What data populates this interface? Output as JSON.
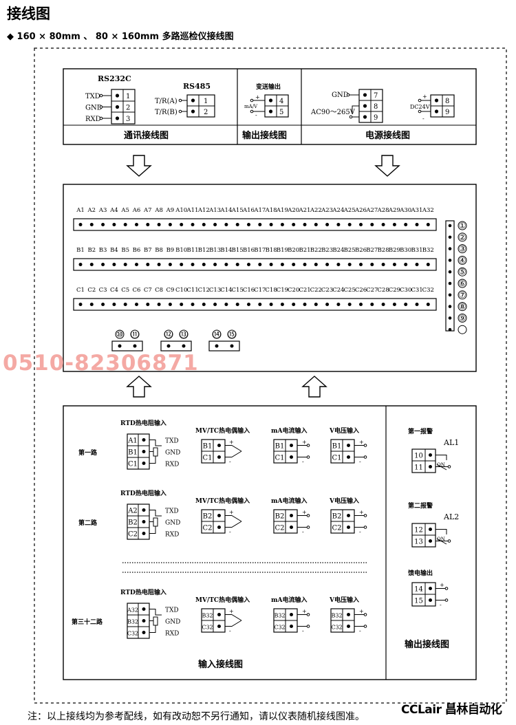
{
  "header": {
    "title": "接线图",
    "subtitle": "◆ 160 × 80mm 、 80 × 160mm 多路巡检仪接线图"
  },
  "comm": {
    "caption": "通讯接线图",
    "rs232_title": "RS232C",
    "rs232_labels": [
      "TXD",
      "GND",
      "RXD"
    ],
    "rs232_nums": [
      "1",
      "2",
      "3"
    ],
    "rs485_title": "RS485",
    "rs485_labels": [
      "T/R(A)",
      "T/R(B)"
    ],
    "rs485_nums": [
      "1",
      "2"
    ]
  },
  "output_transmit": {
    "caption": "输出接线图",
    "title": "变送输出",
    "signal": "mA/V",
    "nums": [
      "4",
      "5"
    ]
  },
  "power": {
    "caption": "电源接线图",
    "gnd": "GND",
    "ac": "AC90～265V",
    "ac_nums": [
      "7",
      "8",
      "9"
    ],
    "dc": "DC24V",
    "dc_nums": [
      "8",
      "9"
    ]
  },
  "terminals": {
    "row_a": [
      "A1",
      "A2",
      "A3",
      "A4",
      "A5",
      "A6",
      "A7",
      "A8",
      "A9",
      "A10",
      "A11",
      "A12",
      "A13",
      "A14",
      "A15",
      "A16",
      "A17",
      "A18",
      "A19",
      "A20",
      "A21",
      "A22",
      "A23",
      "A24",
      "A25",
      "A26",
      "A27",
      "A28",
      "A29",
      "A30",
      "A31",
      "A32"
    ],
    "row_b": [
      "B1",
      "B2",
      "B3",
      "B4",
      "B5",
      "B6",
      "B7",
      "B8",
      "B9",
      "B10",
      "B11",
      "B12",
      "B13",
      "B14",
      "B15",
      "B16",
      "B17",
      "B18",
      "B19",
      "B20",
      "B21",
      "B22",
      "B23",
      "B24",
      "B25",
      "B26",
      "B27",
      "B28",
      "B29",
      "B30",
      "B31",
      "B32"
    ],
    "row_c": [
      "C1",
      "C2",
      "C3",
      "C4",
      "C5",
      "C6",
      "C7",
      "C8",
      "C9",
      "C10",
      "C11",
      "C12",
      "C13",
      "C14",
      "C15",
      "C16",
      "C17",
      "C18",
      "C19",
      "C20",
      "C21",
      "C22",
      "C23",
      "C24",
      "C25",
      "C26",
      "C27",
      "C28",
      "C29",
      "C30",
      "C31",
      "C32"
    ],
    "side_nums": [
      "①",
      "②",
      "③",
      "④",
      "⑤",
      "⑥",
      "⑦",
      "⑧",
      "⑨",
      ""
    ],
    "groups": [
      [
        "⑩",
        "⑪"
      ],
      [
        "⑫",
        "⑬"
      ],
      [
        "⑭",
        "⑮"
      ]
    ]
  },
  "input": {
    "caption": "输入接线图",
    "rtd_title": "RTD热电阻输入",
    "mvtc_title": "MV/TC热电偶输入",
    "ma_title": "mA电流输入",
    "v_title": "V电压输入",
    "rtd_labels": [
      "TXD",
      "GND",
      "RXD"
    ],
    "channels": [
      {
        "name": "第一路",
        "rtd": [
          "A1",
          "B1",
          "C1"
        ],
        "pair": [
          "B1",
          "C1"
        ]
      },
      {
        "name": "第二路",
        "rtd": [
          "A2",
          "B2",
          "C2"
        ],
        "pair": [
          "B2",
          "C2"
        ]
      },
      {
        "name": "第三十二路",
        "rtd": [
          "A32",
          "B32",
          "C32"
        ],
        "pair": [
          "B32",
          "C32"
        ]
      }
    ]
  },
  "alarm": {
    "caption": "输出接线图",
    "alarm1_title": "第一报警",
    "alarm1_tag": "AL1",
    "alarm1_nums": [
      "10",
      "11"
    ],
    "alarm2_title": "第二报警",
    "alarm2_tag": "AL2",
    "alarm2_nums": [
      "12",
      "13"
    ],
    "on": "ON",
    "feed_title": "馈电输出",
    "feed_nums": [
      "14",
      "15"
    ]
  },
  "footer": {
    "note": "注：以上接线均为参考配线，如有改动恕不另行通知，请以仪表随机接线图准。",
    "brand": "CCLair 昌林自动化",
    "phone": "0510-82306871"
  }
}
